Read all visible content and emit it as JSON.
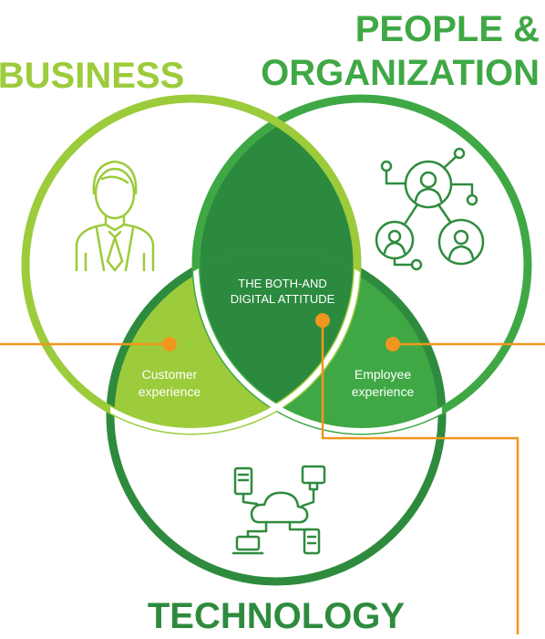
{
  "titles": {
    "business": "BUSINESS",
    "people_line1": "PEOPLE &",
    "people_line2": "ORGANIZATION",
    "technology": "TECHNOLOGY"
  },
  "regions": {
    "center_line1": "THE BOTH-AND",
    "center_line2": "DIGITAL ATTITUDE",
    "customer_line1": "Customer",
    "customer_line2": "experience",
    "employee_line1": "Employee",
    "employee_line2": "experience"
  },
  "icons": {
    "business": "businessman-icon",
    "people": "people-network-icon",
    "technology": "cloud-network-icon"
  },
  "colors": {
    "business": "#9ccb3b",
    "people": "#3fa845",
    "technology": "#2e8b3e",
    "center": "#2b8a3e",
    "customer_fill": "#9ccb3b",
    "employee_fill": "#3fa845",
    "connector": "#f0961e"
  }
}
